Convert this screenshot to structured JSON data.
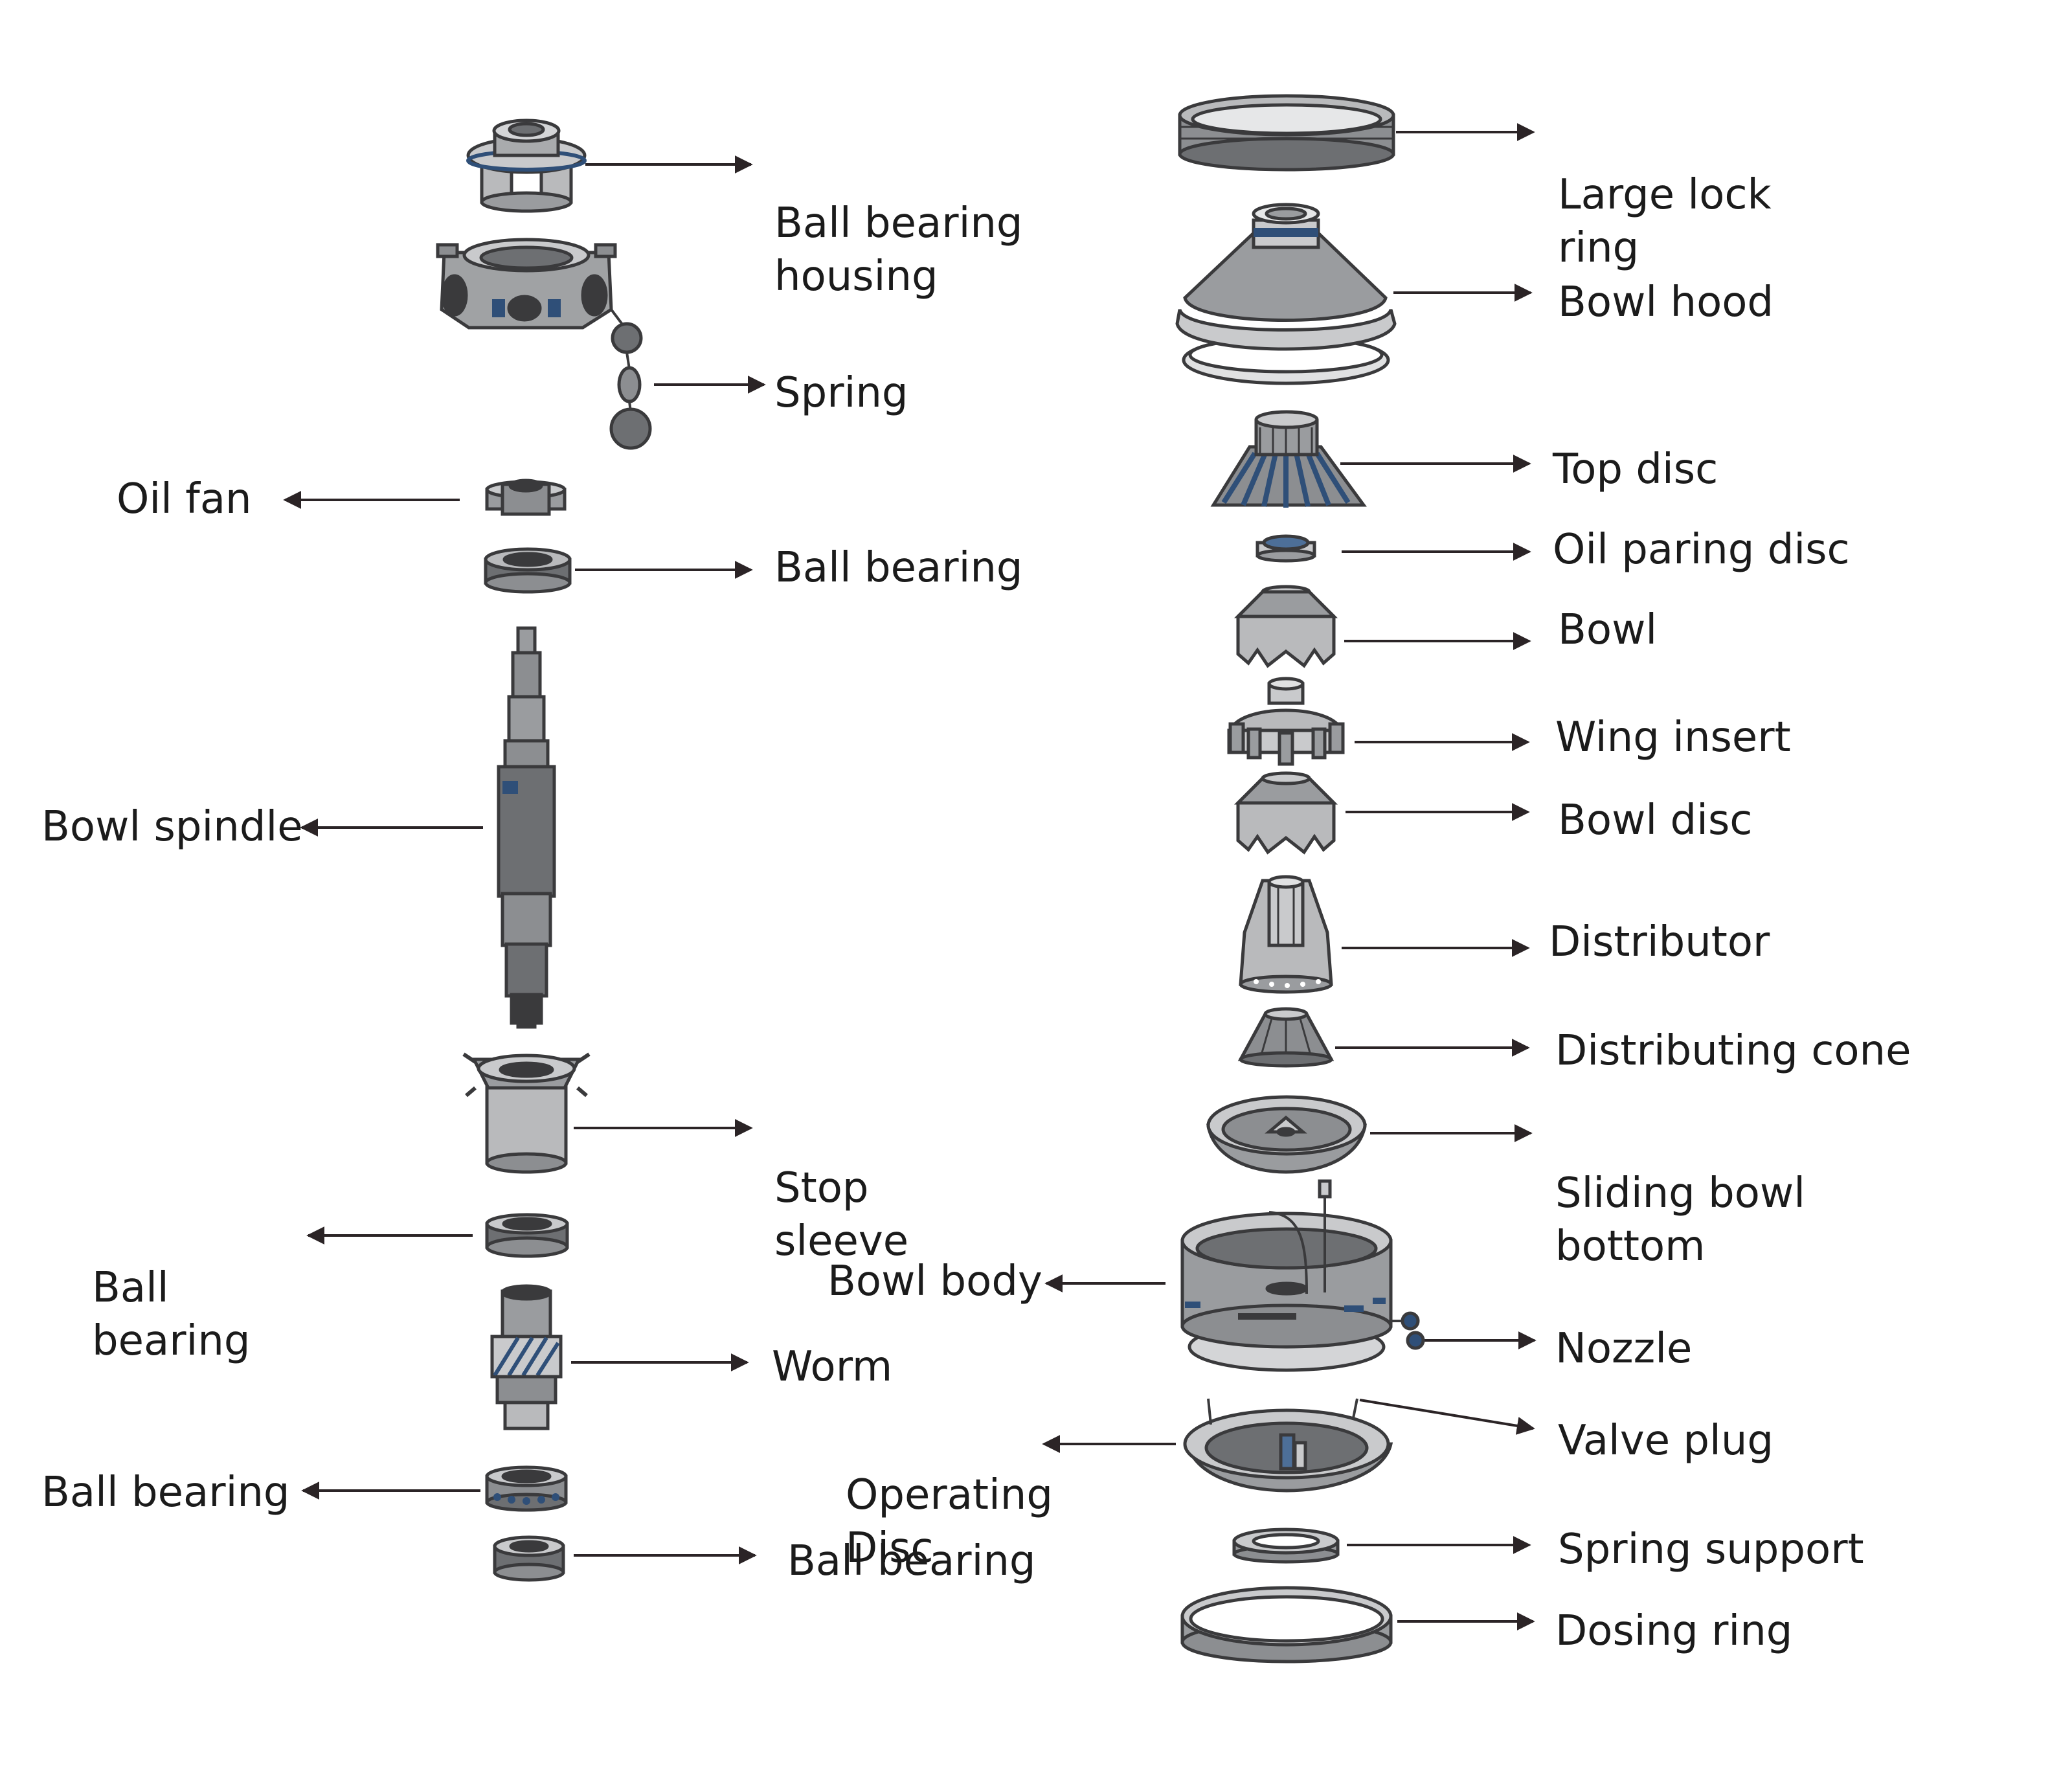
{
  "labels": {
    "ball_bearing_housing": {
      "line1": "Ball bearing",
      "line2": "housing"
    },
    "spring": "Spring",
    "oil_fan": "Oil fan",
    "ball_bearing_1": "Ball bearing",
    "bowl_spindle": "Bowl spindle",
    "stop_sleeve": {
      "line1": "Stop",
      "line2": "sleeve"
    },
    "ball_bearing_2": {
      "line1": "Ball",
      "line2": "bearing"
    },
    "worm": "Worm",
    "ball_bearing_3": "Ball bearing",
    "ball_bearing_4": "Ball bearing",
    "large_lock_ring": {
      "line1": "Large lock",
      "line2": "ring"
    },
    "bowl_hood": "Bowl hood",
    "top_disc": "Top disc",
    "oil_paring_disc": "Oil paring disc",
    "bowl": "Bowl",
    "wing_insert": "Wing insert",
    "bowl_disc": "Bowl disc",
    "distributor": "Distributor",
    "distributing_cone": "Distributing cone",
    "sliding_bowl_bottom": {
      "line1": "Sliding bowl",
      "line2": "bottom"
    },
    "bowl_body": "Bowl body",
    "nozzle": "Nozzle",
    "operating_disc": {
      "line1": "Operating",
      "line2": "Disc"
    },
    "valve_plug": "Valve plug",
    "spring_support": "Spring support",
    "dosing_ring": "Dosing ring"
  },
  "colors": {
    "metal_dark": "#6d6f72",
    "metal_mid": "#9a9c9f",
    "metal_light": "#c9cacc",
    "outline": "#3a3a3c",
    "accent_blue": "#2f4f78",
    "arrow": "#2b2426",
    "text": "#1b1b1b"
  }
}
